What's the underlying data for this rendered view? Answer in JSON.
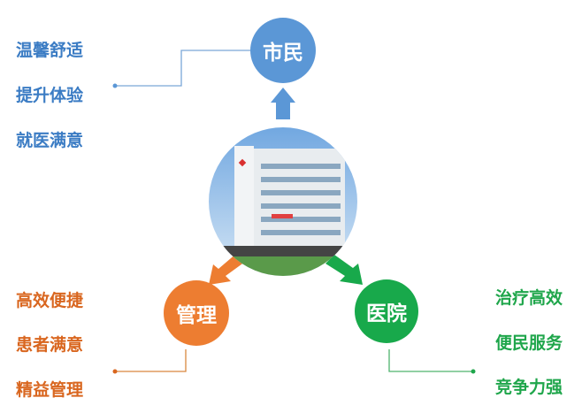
{
  "center": {
    "image": "hospital-building"
  },
  "nodes": {
    "citizen": {
      "label": "市民",
      "color": "#5b97d6",
      "items": [
        "温馨舒适",
        "提升体验",
        "就医满意"
      ]
    },
    "management": {
      "label": "管理",
      "color": "#ed7d31",
      "items": [
        "高效便捷",
        "患者满意",
        "精益管理"
      ]
    },
    "hospital": {
      "label": "医院",
      "color": "#18a94b",
      "items": [
        "治疗高效",
        "便民服务",
        "竞争力强"
      ]
    }
  }
}
